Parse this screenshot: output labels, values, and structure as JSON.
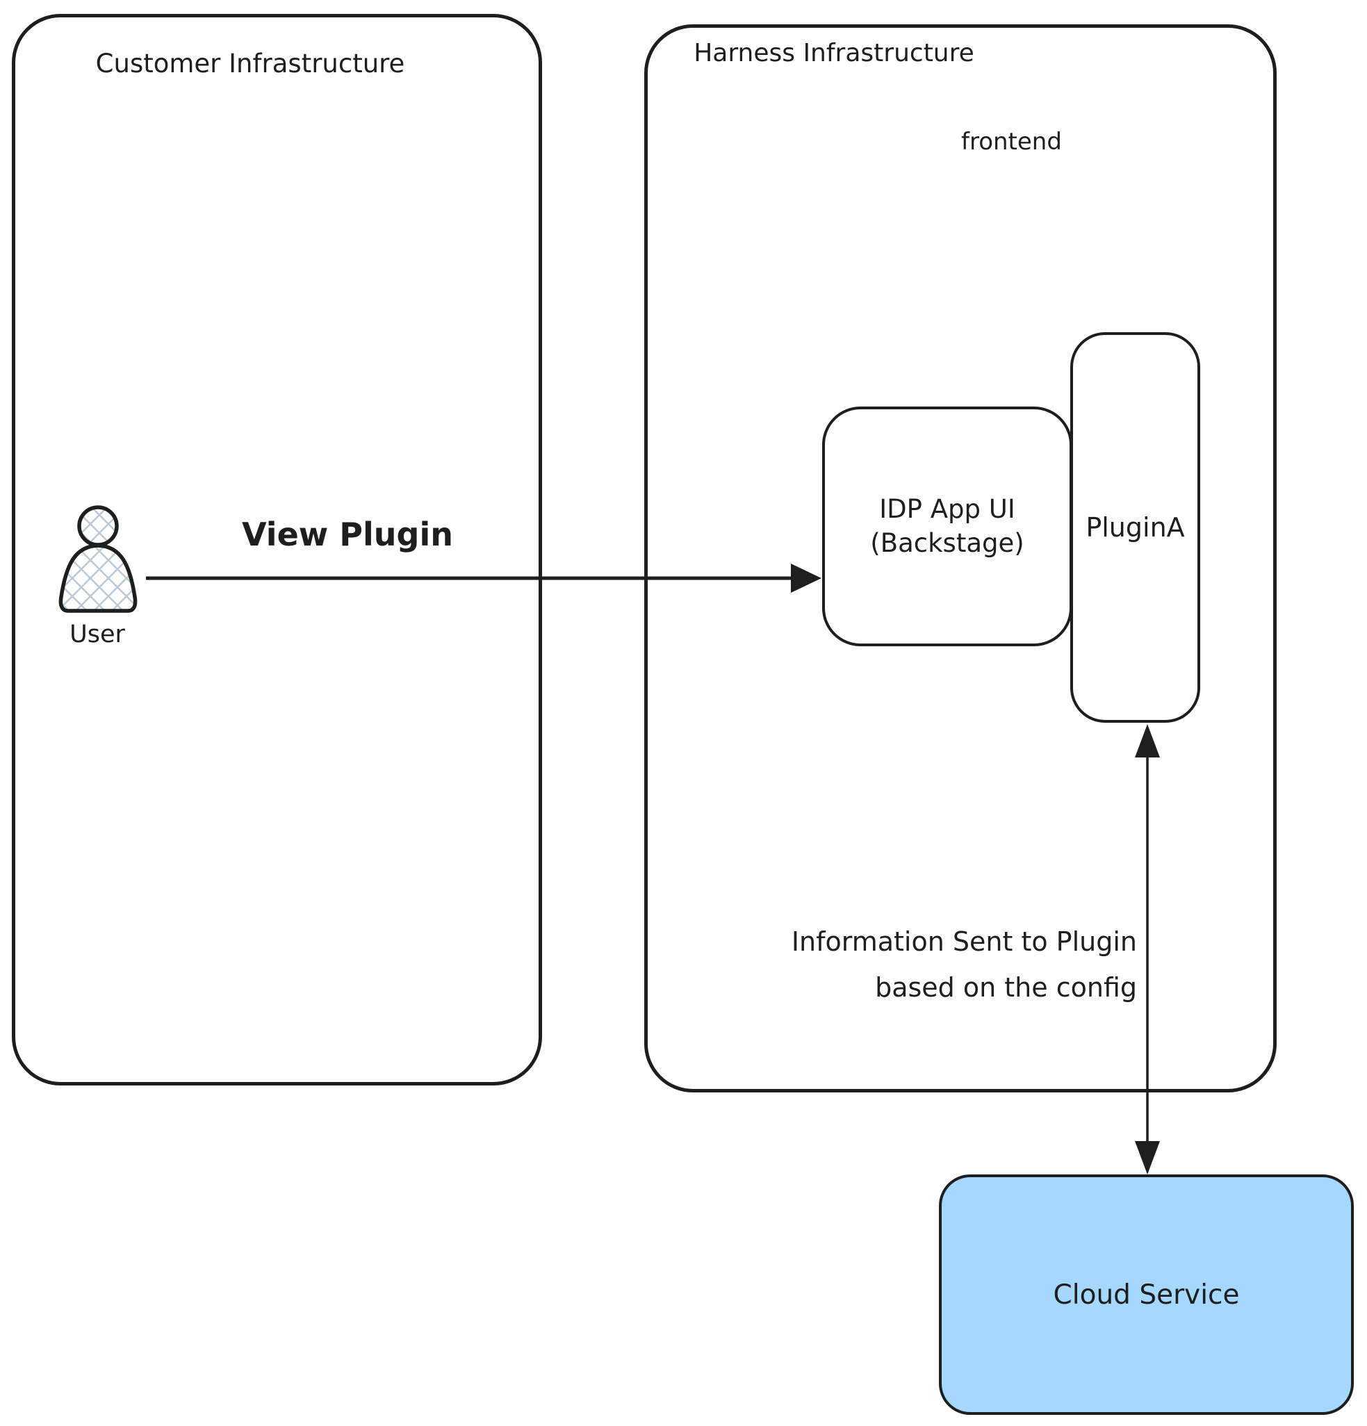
{
  "diagram": {
    "customer_box": {
      "title": "Customer Infrastructure"
    },
    "harness_box": {
      "title": "Harness Infrastructure",
      "sublabel": "frontend"
    },
    "user": {
      "label": "User"
    },
    "idp_box": {
      "line1": "IDP App UI",
      "line2": "(Backstage)"
    },
    "plugin_box": {
      "label": "PluginA"
    },
    "cloud_box": {
      "label": "Cloud Service"
    },
    "arrows": {
      "view_plugin": {
        "label": "View Plugin"
      },
      "info": {
        "line1": "Information Sent to Plugin",
        "line2": "based on the config"
      }
    },
    "colors": {
      "stroke": "#1e1e1e",
      "cloud_fill": "#a5d8ff",
      "hatch": "#bcc8d4"
    }
  }
}
